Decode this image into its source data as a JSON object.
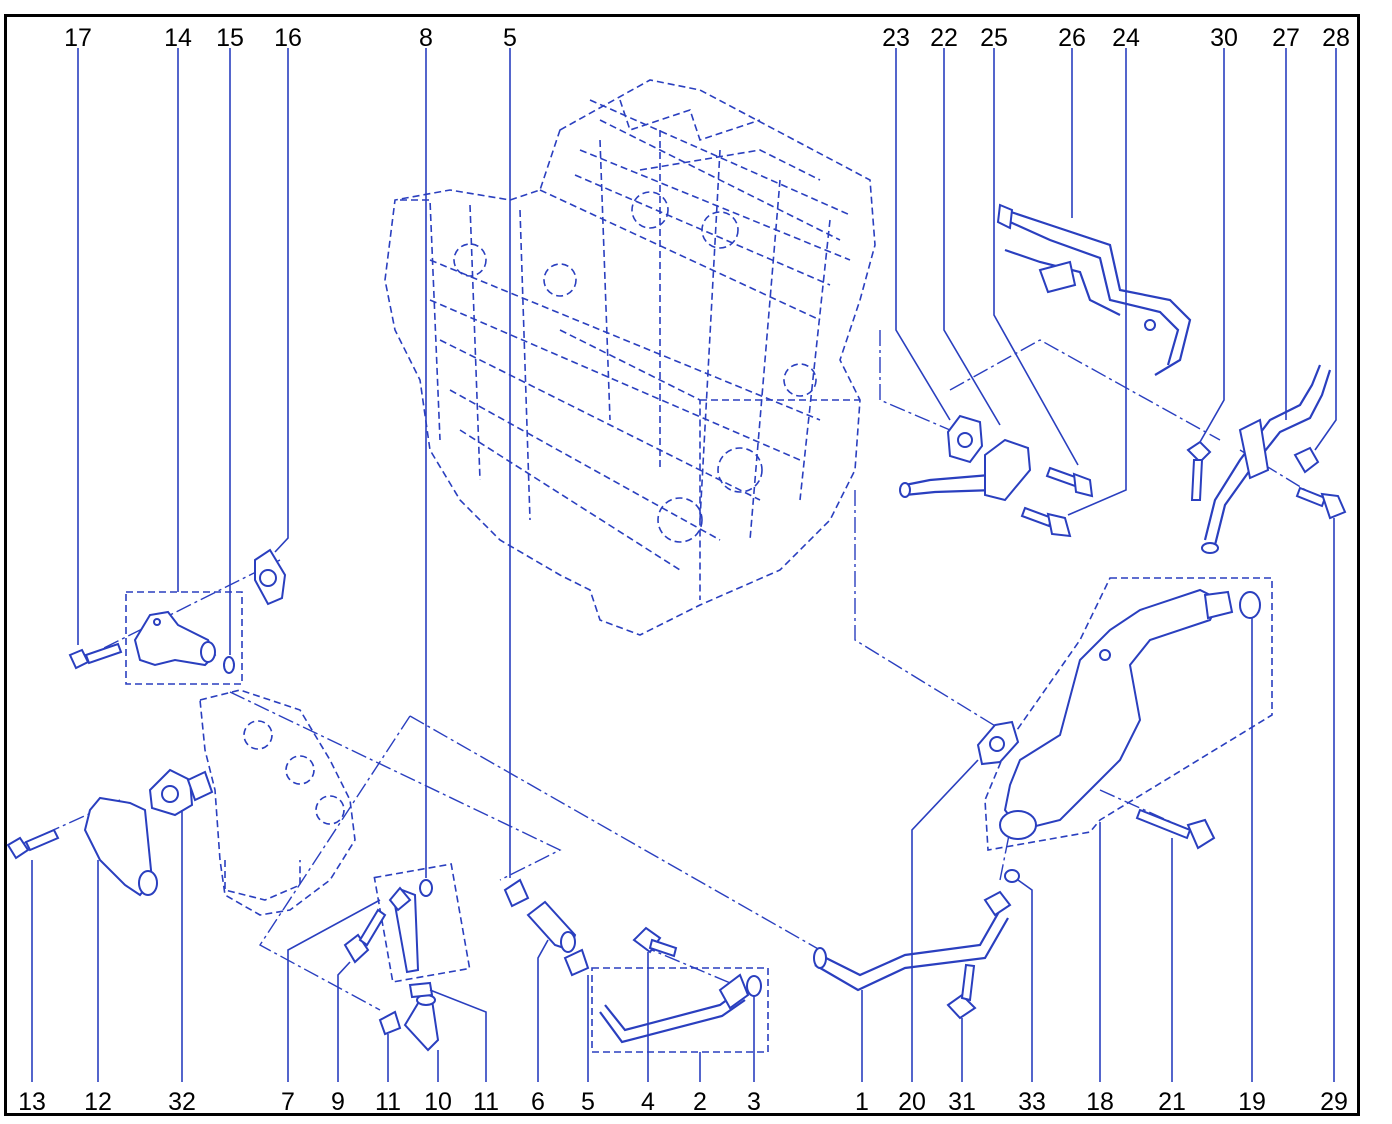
{
  "callouts_top": [
    "17",
    "14",
    "15",
    "16",
    "8",
    "5",
    "23",
    "22",
    "25",
    "26",
    "24",
    "30",
    "27",
    "28"
  ],
  "callouts_bottom": [
    "13",
    "12",
    "32",
    "7",
    "9",
    "11",
    "10",
    "11",
    "6",
    "5",
    "4",
    "2",
    "3",
    "1",
    "20",
    "31",
    "33",
    "18",
    "21",
    "19",
    "29"
  ],
  "colors": {
    "line": "#2a3fbf",
    "frame": "#000000",
    "label": "#000000"
  }
}
